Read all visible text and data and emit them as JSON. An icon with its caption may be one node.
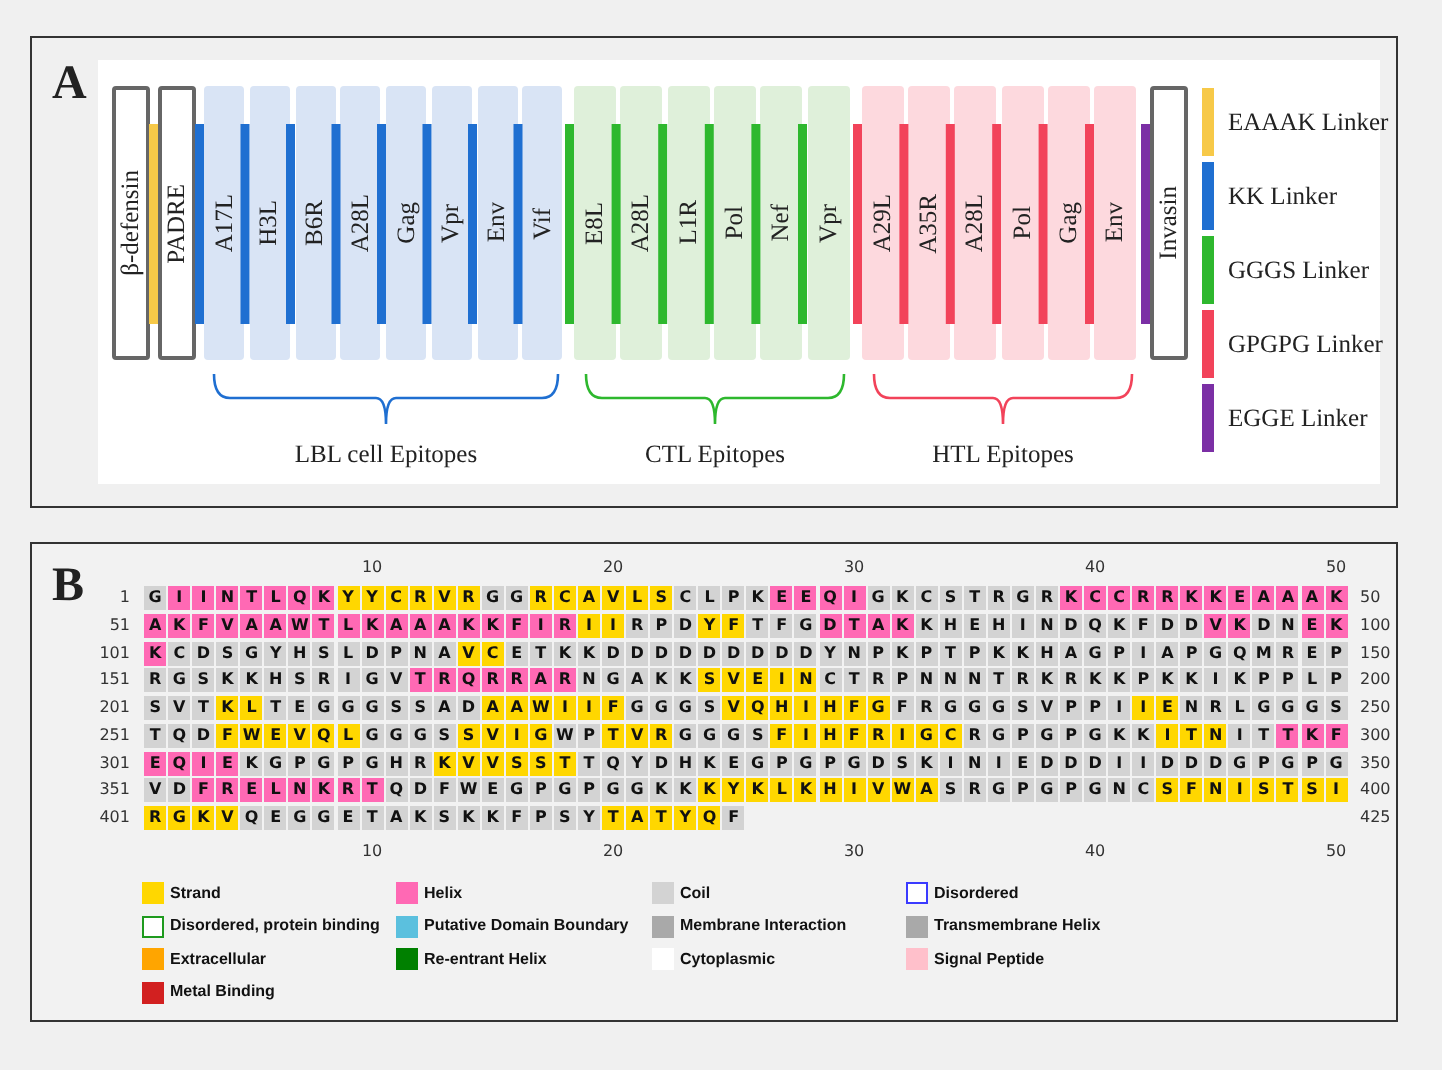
{
  "diagram": {
    "nodes": [
      {
        "text": [
          "β-defensin"
        ]
      },
      {
        "text": [
          "PADRE"
        ]
      },
      {
        "text": [
          "A17L"
        ]
      },
      {
        "text": [
          "H3L"
        ]
      },
      {
        "text": [
          "B6R"
        ]
      },
      {
        "text": [
          "A28L"
        ]
      },
      {
        "text": [
          "Gag"
        ]
      },
      {
        "text": [
          "Vpr"
        ]
      },
      {
        "text": [
          "Env"
        ]
      },
      {
        "text": [
          "Vif"
        ]
      },
      {
        "text": [
          "E8L"
        ]
      },
      {
        "text": [
          "A28L"
        ]
      },
      {
        "text": [
          "L1R"
        ]
      },
      {
        "text": [
          "Pol"
        ]
      },
      {
        "text": [
          "Nef"
        ]
      },
      {
        "text": [
          "Vpr"
        ]
      },
      {
        "text": [
          "A29L"
        ]
      },
      {
        "text": [
          "A35R"
        ]
      },
      {
        "text": [
          "A28L"
        ]
      },
      {
        "text": [
          "Pol"
        ]
      },
      {
        "text": [
          "Gag"
        ]
      },
      {
        "text": [
          "Env"
        ]
      },
      {
        "text": [
          "Invasin"
        ]
      }
    ],
    "labels": [
      "A",
      "LBL cell Epitopes",
      "CTL Epitopes",
      "HTL Epitopes",
      "B",
      "10",
      "20",
      "30",
      "40",
      "50",
      "1",
      "G",
      "I",
      "I",
      "N",
      "T",
      "L",
      "Q",
      "K",
      "Y",
      "Y",
      "C",
      "R",
      "V",
      "R",
      "G",
      "G",
      "R",
      "C",
      "A",
      "V",
      "L",
      "S",
      "C",
      "L",
      "P",
      "K",
      "E",
      "E",
      "Q",
      "I",
      "G",
      "K",
      "C",
      "S",
      "T",
      "R",
      "G",
      "R",
      "K",
      "C",
      "C",
      "R",
      "R",
      "K",
      "K",
      "E",
      "A",
      "A",
      "A",
      "K",
      "50",
      "51",
      "A",
      "K",
      "F",
      "V",
      "A",
      "A",
      "W",
      "T",
      "L",
      "K",
      "A",
      "A",
      "A",
      "K",
      "K",
      "F",
      "I",
      "R",
      "I",
      "I",
      "R",
      "P",
      "D",
      "Y",
      "F",
      "T",
      "F",
      "G",
      "D",
      "T",
      "A",
      "K",
      "K",
      "H",
      "E",
      "H",
      "I",
      "N",
      "D",
      "Q",
      "K",
      "F",
      "D",
      "D",
      "V",
      "K",
      "D",
      "N",
      "E",
      "K",
      "100",
      "101",
      "K",
      "C",
      "D",
      "S",
      "G",
      "Y",
      "H",
      "S",
      "L",
      "D",
      "P",
      "N",
      "A",
      "V",
      "C",
      "E",
      "T",
      "K",
      "K",
      "D",
      "D",
      "D",
      "D",
      "D",
      "D",
      "D",
      "D",
      "D",
      "Y",
      "N",
      "P",
      "K",
      "P",
      "T",
      "P",
      "K",
      "K",
      "H",
      "A",
      "G",
      "P",
      "I",
      "A",
      "P",
      "G",
      "Q",
      "M",
      "R",
      "E",
      "P",
      "150",
      "151",
      "R",
      "G",
      "S",
      "K",
      "K",
      "H",
      "S",
      "R",
      "I",
      "G",
      "V",
      "T",
      "R",
      "Q",
      "R",
      "R",
      "A",
      "R",
      "N",
      "G",
      "A",
      "K",
      "K",
      "S",
      "V",
      "E",
      "I",
      "N",
      "C",
      "T",
      "R",
      "P",
      "N",
      "N",
      "N",
      "T",
      "R",
      "K",
      "R",
      "K",
      "K",
      "P",
      "K",
      "K",
      "I",
      "K",
      "P",
      "P",
      "L",
      "P",
      "200",
      "201",
      "S",
      "V",
      "T",
      "K",
      "L",
      "T",
      "E",
      "G",
      "G",
      "G",
      "S",
      "S",
      "A",
      "D",
      "A",
      "A",
      "W",
      "I",
      "I",
      "F",
      "G",
      "G",
      "G",
      "S",
      "V",
      "Q",
      "H",
      "I",
      "H",
      "F",
      "G",
      "F",
      "R",
      "G",
      "G",
      "G",
      "S",
      "V",
      "P",
      "P",
      "I",
      "I",
      "E",
      "N",
      "R",
      "L",
      "G",
      "G",
      "G",
      "S",
      "250",
      "251",
      "T",
      "Q",
      "D",
      "F",
      "W",
      "E",
      "V",
      "Q",
      "L",
      "G",
      "G",
      "G",
      "S",
      "S",
      "V",
      "I",
      "G",
      "W",
      "P",
      "T",
      "V",
      "R",
      "G",
      "G",
      "G",
      "S",
      "F",
      "I",
      "H",
      "F",
      "R",
      "I",
      "G",
      "C",
      "R",
      "G",
      "P",
      "G",
      "P",
      "G",
      "K",
      "K",
      "I",
      "T",
      "N",
      "I",
      "T",
      "T",
      "K",
      "F",
      "300",
      "301",
      "E",
      "Q",
      "I",
      "E",
      "K",
      "G",
      "P",
      "G",
      "P",
      "G",
      "H",
      "R",
      "K",
      "V",
      "V",
      "S",
      "S",
      "T",
      "T",
      "Q",
      "Y",
      "D",
      "H",
      "K",
      "E",
      "G",
      "P",
      "G",
      "P",
      "G",
      "D",
      "S",
      "K",
      "I",
      "N",
      "I",
      "E",
      "D",
      "D",
      "D",
      "I",
      "I",
      "D",
      "D",
      "D",
      "G",
      "P",
      "G",
      "P",
      "G",
      "350",
      "351",
      "V",
      "D",
      "F",
      "R",
      "E",
      "L",
      "N",
      "K",
      "R",
      "T",
      "Q",
      "D",
      "F",
      "W",
      "E",
      "G",
      "P",
      "G",
      "P",
      "G",
      "G",
      "K",
      "K",
      "K",
      "Y",
      "K",
      "L",
      "K",
      "H",
      "I",
      "V",
      "W",
      "A",
      "S",
      "R",
      "G",
      "P",
      "G",
      "P",
      "G",
      "N",
      "C",
      "S",
      "F",
      "N",
      "I",
      "S",
      "T",
      "S",
      "I",
      "400",
      "401",
      "R",
      "G",
      "K",
      "V",
      "Q",
      "E",
      "G",
      "G",
      "E",
      "T",
      "A",
      "K",
      "S",
      "K",
      "K",
      "F",
      "P",
      "S",
      "Y",
      "T",
      "A",
      "T",
      "Y",
      "Q",
      "F",
      "425",
      "10",
      "20",
      "30",
      "40",
      "50"
    ],
    "legend": [
      {
        "text": "EAAAK Linker",
        "color": "#f7c948"
      },
      {
        "text": "KK Linker",
        "color": "#1f6fd1"
      },
      {
        "text": "GGGS Linker",
        "color": "#2eb82e"
      },
      {
        "text": "GPGPG Linker",
        "color": "#f2435a"
      },
      {
        "text": "EGGE Linker",
        "color": "#7b2fa5"
      },
      {
        "text": "Strand",
        "color": "#ffd700"
      },
      {
        "text": "Helix",
        "color": "#ff69b4"
      },
      {
        "text": "Coil",
        "color": "#d3d3d3"
      },
      {
        "text": "Disordered"
      },
      {
        "text": "Disordered, protein binding"
      },
      {
        "text": "Putative Domain Boundary",
        "color": "#5bc0de"
      },
      {
        "text": "Membrane Interaction",
        "color": "#a9a9a9"
      },
      {
        "text": "Transmembrane Helix",
        "color": "#a9a9a9"
      },
      {
        "text": "Extracellular",
        "color": "#ffa500"
      },
      {
        "text": "Re-entrant Helix",
        "color": "#008000"
      },
      {
        "text": "Cytoplasmic",
        "color": "#ffffff"
      },
      {
        "text": "Signal Peptide",
        "color": "#ffc0cb"
      },
      {
        "text": "Metal Binding",
        "color": "#d22020"
      }
    ]
  }
}
